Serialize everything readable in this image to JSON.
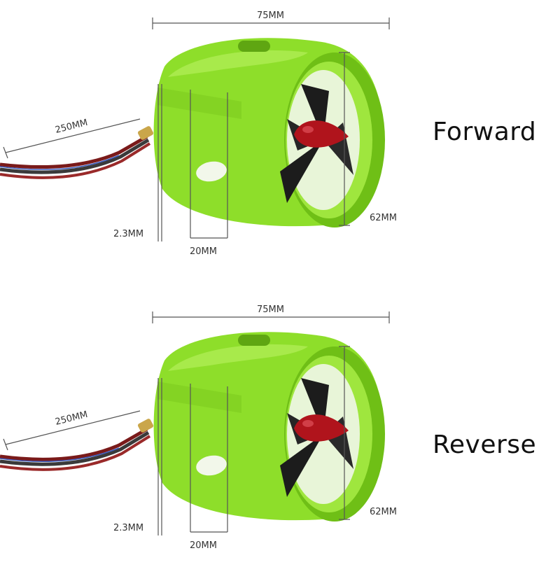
{
  "colors": {
    "housing": "#8ede2a",
    "housing_dark": "#6fbf16",
    "housing_light": "#b4f05a",
    "propeller": "#1c1c1c",
    "hub": "#b0141c",
    "dimension_line": "#555555"
  },
  "panels": [
    {
      "mode_label": "Forward",
      "dims": {
        "width": "75MM",
        "height": "62MM",
        "cable": "250MM",
        "hole": "2.3MM",
        "spacing": "20MM"
      }
    },
    {
      "mode_label": "Reverse",
      "dims": {
        "width": "75MM",
        "height": "62MM",
        "cable": "250MM",
        "hole": "2.3MM",
        "spacing": "20MM"
      }
    }
  ]
}
